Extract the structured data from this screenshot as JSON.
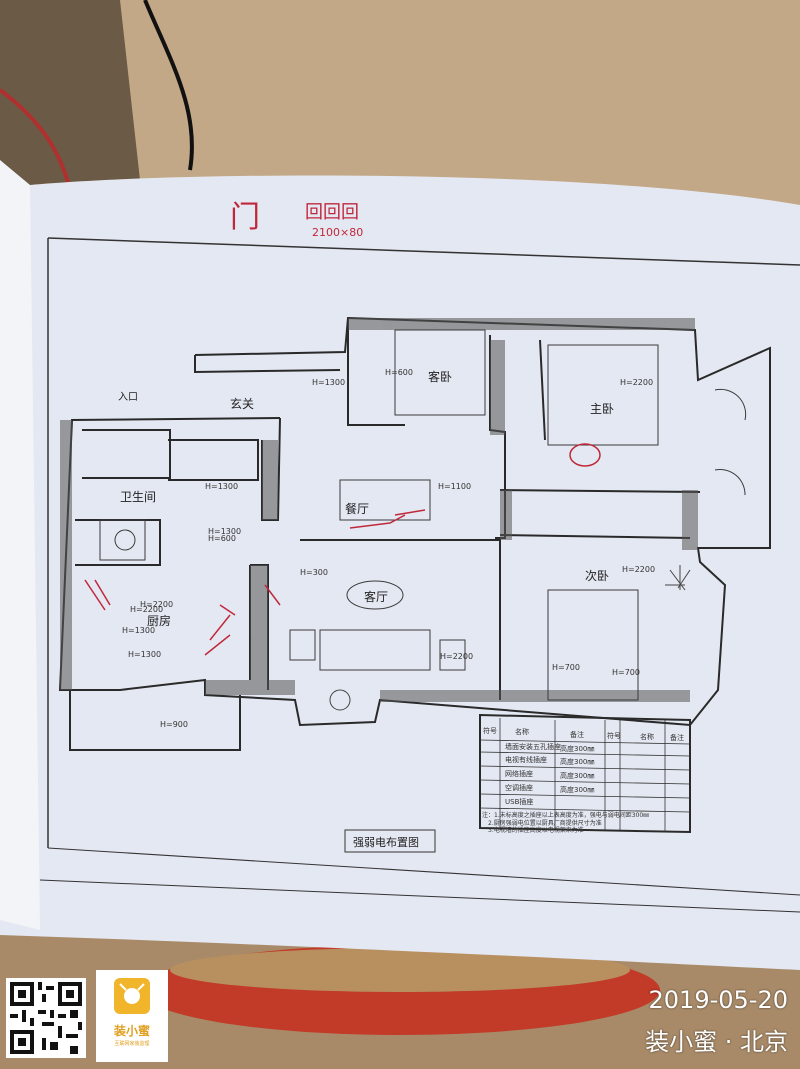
{
  "plan": {
    "title": "强弱电布置图",
    "entrance": "入口",
    "rooms": {
      "foyer": "玄关",
      "bathroom": "卫生间",
      "kitchen": "厨房",
      "dining": "餐厅",
      "living": "客厅",
      "guest_bedroom": "客卧",
      "master_bedroom": "主卧",
      "second_bedroom": "次卧"
    },
    "dims": [
      "H=1300",
      "H=600",
      "H=1300",
      "H=1300",
      "H=600",
      "H=2200",
      "H=1300",
      "H=1300",
      "H=900",
      "H=1100",
      "H=2200",
      "H=2200",
      "H=700",
      "H=700",
      "H=2200",
      "H=300",
      "H=2200"
    ],
    "legend_headers": [
      "符号",
      "名称",
      "备注",
      "符号",
      "名称",
      "备注"
    ],
    "legend_rows": [
      [
        "",
        "墙面安装五孔插座",
        "高度300㎜"
      ],
      [
        "",
        "电视有线插座",
        "高度300㎜"
      ],
      [
        "",
        "网络插座",
        "高度300㎜"
      ],
      [
        "",
        "空调插座",
        "高度300㎜"
      ],
      [
        "",
        "USB插座",
        ""
      ]
    ],
    "notes": [
      "注：1.未标高度之插座以上表高度为准，强电与弱电间距300㎜",
      "2.厨房强弱电位置以厨具厂商提供尺寸为准",
      "3.电视墙的插座高度以电视架来为准"
    ]
  },
  "handwriting": {
    "top_left": "门",
    "top_right": "回回回",
    "top_right_2": "2100×80"
  },
  "stamp": {
    "brand": "装小蜜",
    "brand_sub": "互联网家装监理",
    "date": "2019-05-20",
    "place": "装小蜜 · 北京"
  },
  "colors": {
    "paper": "#e6e9f3",
    "wood": "#b09272",
    "ink": "#2a2a2a",
    "red_pen": "#c0283a",
    "bowl": "#c23a28",
    "brand_yellow": "#f0b52a"
  }
}
